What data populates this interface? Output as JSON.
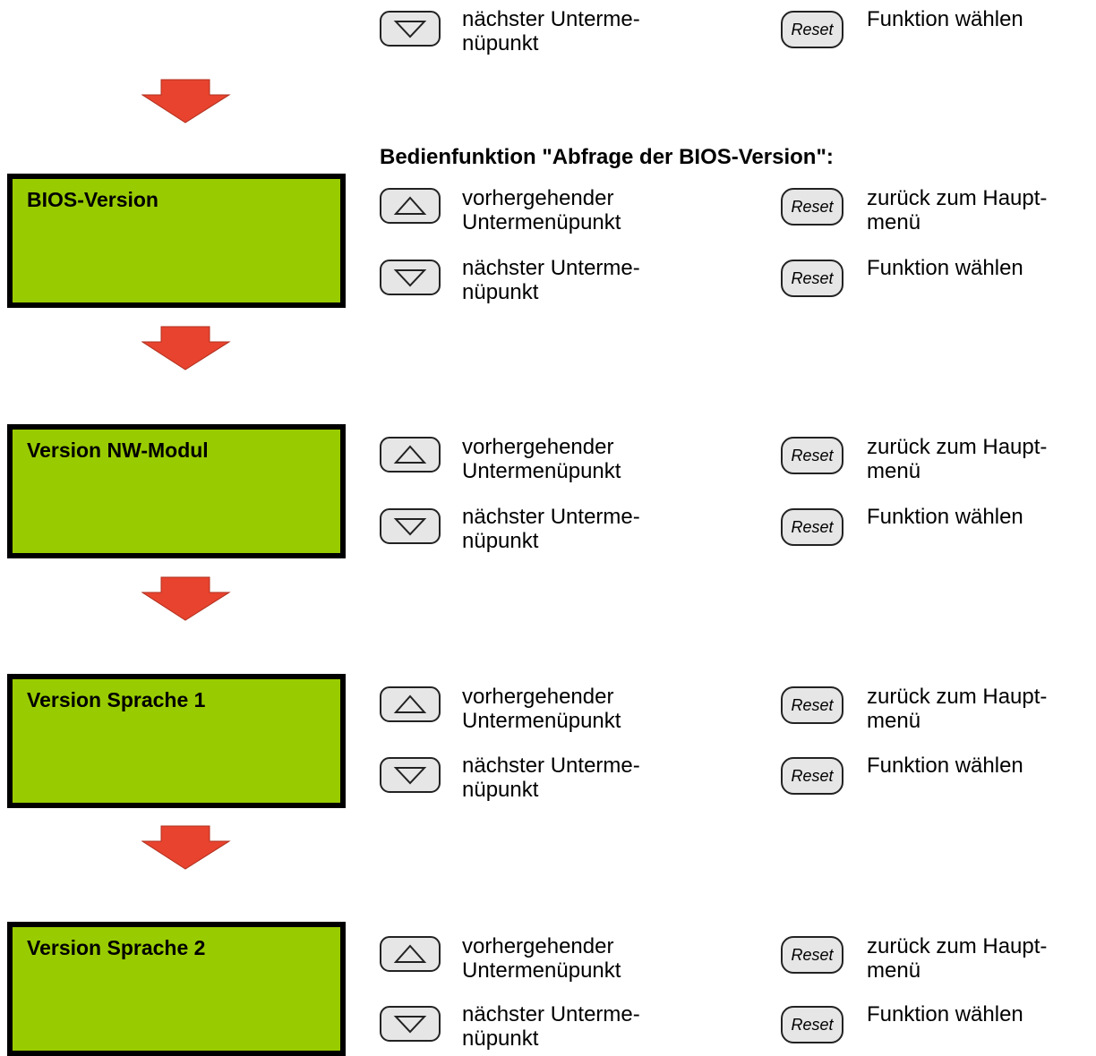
{
  "top": {
    "next_label": [
      "nächster Unterme-",
      "nüpunkt"
    ],
    "reset_label": "Reset",
    "select_label": "Funktion wählen"
  },
  "heading": "Bedienfunktion \"Abfrage der BIOS-Version\":",
  "screens": [
    {
      "display": "BIOS-Version"
    },
    {
      "display": "Version NW-Modul"
    },
    {
      "display": "Version Sprache 1"
    },
    {
      "display": "Version Sprache 2"
    }
  ],
  "labels": {
    "prev": [
      "vorhergehender",
      "Untermenüpunkt"
    ],
    "next": [
      "nächster Unterme-",
      "nüpunkt"
    ],
    "back": [
      "zurück zum Haupt-",
      "menü"
    ],
    "select": "Funktion wählen",
    "reset": "Reset"
  },
  "colors": {
    "lcd": "#99cc00",
    "arrow": "#e8432e",
    "key": "#e6e6e6"
  }
}
